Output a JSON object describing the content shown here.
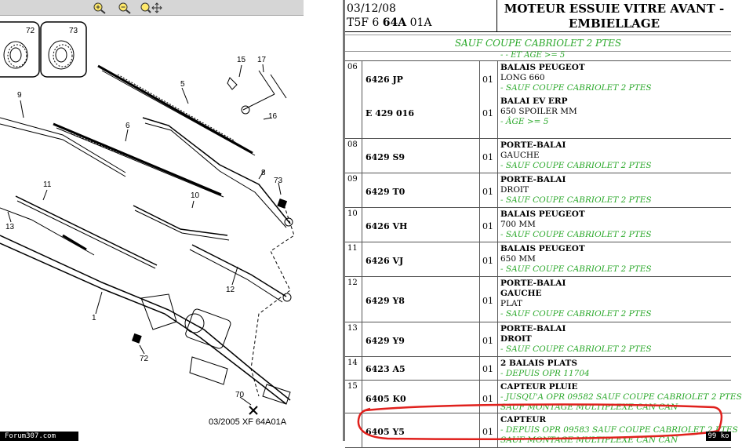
{
  "toolbar": {
    "zoom_in_icon": "zoom-in-icon",
    "zoom_out_icon": "zoom-out-icon",
    "pan_icon": "pan-move-icon"
  },
  "diagram": {
    "callouts": [
      "72",
      "73",
      "15",
      "17",
      "5",
      "9",
      "16",
      "6",
      "8",
      "73",
      "10",
      "11",
      "13",
      "12",
      "1",
      "72",
      "70"
    ],
    "stamp": "03/2005   XF 64A01A",
    "forum_label": "Forum307.com"
  },
  "header": {
    "date": "03/12/08",
    "code_prefix": "T5F 6 ",
    "code_bold": "64A",
    "code_suffix": " 01A",
    "title_line1": "MOTEUR ESSUIE VITRE AVANT -",
    "title_line2": "EMBIELLAGE"
  },
  "subtitle": "SAUF COUPE CABRIOLET 2 PTES",
  "top_fragment": "- - ET AGE >= 5",
  "rows": [
    {
      "num": "06",
      "parts": [
        {
          "ref": "6426 JP",
          "qty": "01",
          "lines": [
            {
              "t": "BALAIS PEUGEOT",
              "s": "bold"
            },
            {
              "t": "LONG 660",
              "s": ""
            },
            {
              "t": "- SAUF COUPE CABRIOLET 2 PTES",
              "s": "green"
            }
          ]
        },
        {
          "ref": "E 429 016",
          "qty": "01",
          "lines": [
            {
              "t": "BALAI EV ERP",
              "s": "bold"
            },
            {
              "t": "650 SPOILER MM",
              "s": ""
            },
            {
              "t": "- ÂGE >= 5",
              "s": "green"
            }
          ]
        }
      ]
    },
    {
      "num": "08",
      "parts": [
        {
          "ref": "6429 S9",
          "qty": "01",
          "lines": [
            {
              "t": "PORTE-BALAI",
              "s": "bold"
            },
            {
              "t": "GAUCHE",
              "s": ""
            },
            {
              "t": "- SAUF COUPE CABRIOLET 2 PTES",
              "s": "green"
            }
          ]
        }
      ]
    },
    {
      "num": "09",
      "parts": [
        {
          "ref": "6429 T0",
          "qty": "01",
          "lines": [
            {
              "t": "PORTE-BALAI",
              "s": "bold"
            },
            {
              "t": "DROIT",
              "s": ""
            },
            {
              "t": "- SAUF COUPE CABRIOLET 2 PTES",
              "s": "green"
            }
          ]
        }
      ]
    },
    {
      "num": "10",
      "parts": [
        {
          "ref": "6426 VH",
          "qty": "01",
          "lines": [
            {
              "t": "BALAIS PEUGEOT",
              "s": "bold"
            },
            {
              "t": "700 MM",
              "s": ""
            },
            {
              "t": "- SAUF COUPE CABRIOLET 2 PTES",
              "s": "green"
            }
          ]
        }
      ]
    },
    {
      "num": "11",
      "parts": [
        {
          "ref": "6426 VJ",
          "qty": "01",
          "lines": [
            {
              "t": "BALAIS PEUGEOT",
              "s": "bold"
            },
            {
              "t": "650 MM",
              "s": ""
            },
            {
              "t": "- SAUF COUPE CABRIOLET 2 PTES",
              "s": "green"
            }
          ]
        }
      ]
    },
    {
      "num": "12",
      "parts": [
        {
          "ref": "6429 Y8",
          "qty": "01",
          "lines": [
            {
              "t": "PORTE-BALAI",
              "s": "bold"
            },
            {
              "t": "GAUCHE",
              "s": "bold"
            },
            {
              "t": "PLAT",
              "s": ""
            },
            {
              "t": "- SAUF COUPE CABRIOLET 2 PTES",
              "s": "green"
            }
          ]
        }
      ]
    },
    {
      "num": "13",
      "parts": [
        {
          "ref": "6429 Y9",
          "qty": "01",
          "lines": [
            {
              "t": "PORTE-BALAI",
              "s": "bold"
            },
            {
              "t": "DROIT",
              "s": "bold"
            },
            {
              "t": "- SAUF COUPE CABRIOLET 2 PTES",
              "s": "green"
            }
          ]
        }
      ]
    },
    {
      "num": "14",
      "parts": [
        {
          "ref": "6423 A5",
          "qty": "01",
          "lines": [
            {
              "t": "2 BALAIS PLATS",
              "s": "bold"
            },
            {
              "t": "- DEPUIS OPR 11704",
              "s": "green"
            }
          ]
        }
      ]
    },
    {
      "num": "15",
      "parts": [
        {
          "ref": "6405 K0",
          "qty": "01",
          "lines": [
            {
              "t": "CAPTEUR PLUIE",
              "s": "bold"
            },
            {
              "t": "- JUSQU'A OPR 09582 SAUF COUPE CABRIOLET 2 PTES",
              "s": "green"
            },
            {
              "t": "SAUF MONTAGE MULTIPLEXE CAN CAN",
              "s": "green"
            }
          ]
        }
      ]
    },
    {
      "num": "",
      "parts": [
        {
          "ref": "6405 Y5",
          "qty": "01",
          "lines": [
            {
              "t": "CAPTEUR",
              "s": "bold"
            },
            {
              "t": "- DEPUIS OPR 09583 SAUF COUPE CABRIOLET 2 PTES",
              "s": "green"
            },
            {
              "t": "SAUF MONTAGE MULTIPLEXE CAN CAN",
              "s": "green"
            }
          ]
        }
      ]
    }
  ],
  "status": {
    "size": "99 ko"
  },
  "colors": {
    "green": "#2aa82a",
    "highlight": "#e0201c",
    "toolbar": "#d6d6d6"
  }
}
